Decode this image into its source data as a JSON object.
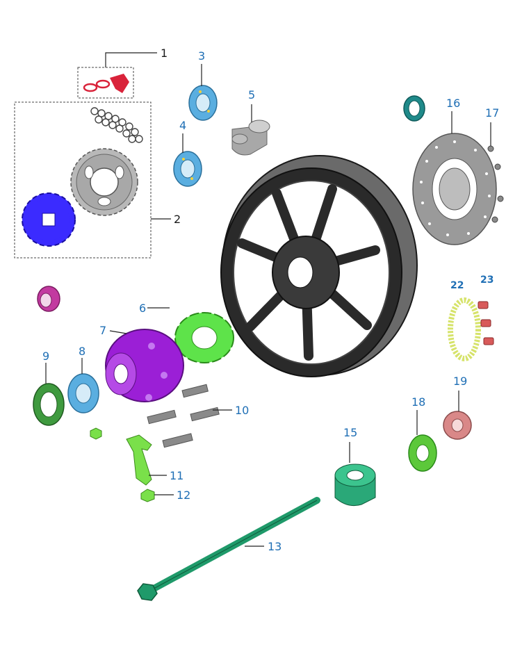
{
  "diagram": {
    "callouts": {
      "c1": "1",
      "c2": "2",
      "c3": "3",
      "c4": "4",
      "c5": "5",
      "c6": "6",
      "c7": "7",
      "c8": "8",
      "c9": "9",
      "c10": "10",
      "c11": "11",
      "c12": "12",
      "c13": "13",
      "c15": "15",
      "c16": "16",
      "c17": "17",
      "c18": "18",
      "c19": "19",
      "c22": "22",
      "c23": "23"
    },
    "colors": {
      "chain_link": "#d9233a",
      "front_sprocket": "#3b2bff",
      "rear_sprocket": "#b0b0b0",
      "bearing": "#5aaee0",
      "spacer_grey": "#a8a8a8",
      "oil_seal_teal": "#1f8a8a",
      "brake_disc": "#9a9a9a",
      "wheel": "#2a2a2a",
      "damper": "#5ee34a",
      "hub_purple": "#9b1fd6",
      "seal_green": "#3f9a3f",
      "collar_pink": "#c23aa0",
      "axle_teal": "#1f9a6a",
      "spacer_teal": "#2aa878",
      "washer_green": "#5cc83a",
      "nut_pink": "#d98888",
      "abs_ring": "#d6e36a",
      "bolt_red": "#d85a5a",
      "stud": "#8a8a8a",
      "lime": "#7ae04a"
    }
  }
}
